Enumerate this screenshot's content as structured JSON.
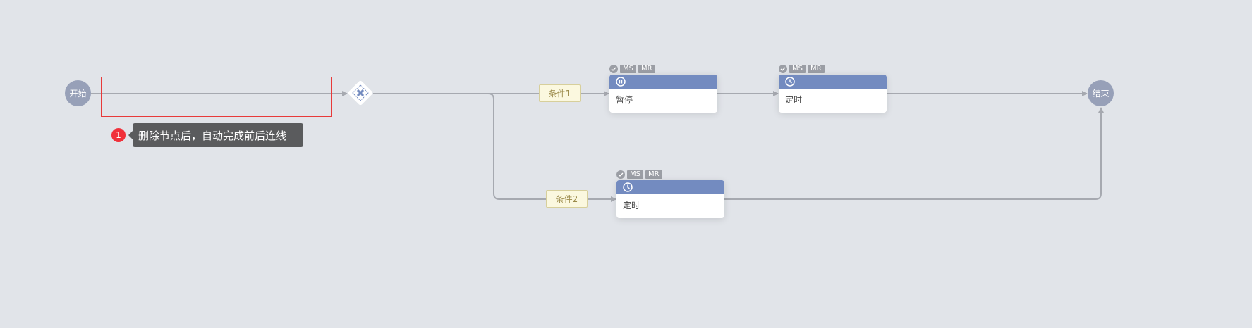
{
  "nodes": {
    "start": {
      "label": "开始"
    },
    "end": {
      "label": "结束"
    },
    "gateway": {
      "icon": "exclusive-gateway-x-icon"
    },
    "task_pause": {
      "label": "暂停",
      "icon": "pause-icon",
      "tags": [
        "MS",
        "MR"
      ]
    },
    "task_timer_1": {
      "label": "定时",
      "icon": "clock-icon",
      "tags": [
        "MS",
        "MR"
      ]
    },
    "task_timer_2": {
      "label": "定时",
      "icon": "clock-icon",
      "tags": [
        "MS",
        "MR"
      ]
    }
  },
  "conditions": {
    "c1": "条件1",
    "c2": "条件2"
  },
  "annotation": {
    "number": "1",
    "text": "删除节点后，自动完成前后连线"
  },
  "colors": {
    "background": "#e1e4e9",
    "edge": "#a6a9b0",
    "node_circle": "#97a0b8",
    "card_header": "#738bc0",
    "selection": "#e83a3a",
    "badge": "#f0303a"
  }
}
